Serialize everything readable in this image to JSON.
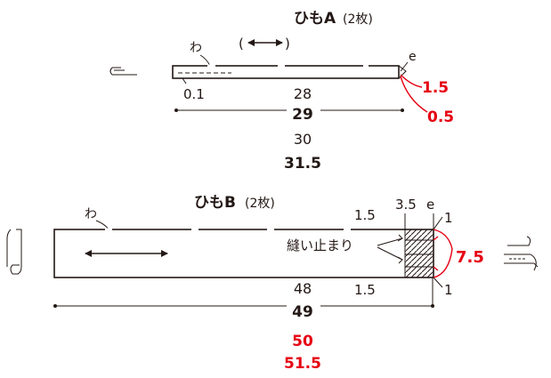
{
  "strap_a": {
    "title": "ひもA",
    "count": "(2枚)",
    "fold_label": "わ",
    "seam_allowance_symbol": "e",
    "seam_allowance_value": "1.5",
    "offset_value": "0.5",
    "inner_margin": "0.1",
    "lengths": [
      "28",
      "29",
      "30",
      "31.5"
    ]
  },
  "strap_b": {
    "title": "ひもB",
    "count": "(2枚)",
    "fold_label": "わ",
    "end_top_value": "1.5",
    "end_bottom_value": "1.5",
    "stitch_width": "3.5",
    "seam_allowance_symbol": "e",
    "corner_top": "1",
    "corner_bottom": "1",
    "stitch_label": "縫い止まり",
    "height_value": "7.5",
    "lengths": [
      "48",
      "49",
      "50",
      "51.5"
    ]
  },
  "colors": {
    "ink": "#231815",
    "accent": "#e60012"
  }
}
